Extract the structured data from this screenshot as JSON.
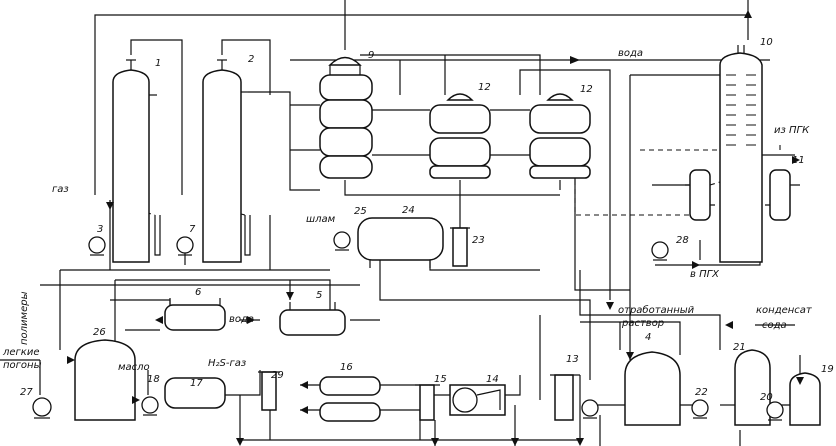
{
  "labels": {
    "water_top": "вода",
    "water_hx": "вода",
    "gas": "газ",
    "sludge": "шлам",
    "from_pgk": "из ПГК",
    "to_pgk": "в ПГХ",
    "polymers": "полимеры",
    "light_distillates_1": "легкие",
    "light_distillates_2": "погоны",
    "oil": "масло",
    "h2s_gas": "H₂S-газ",
    "spent_solution_1": "отработанный",
    "spent_solution_2": "раствор",
    "condensate": "конденсат",
    "soda": "сода"
  },
  "numbers": [
    "1",
    "2",
    "3",
    "4",
    "5",
    "6",
    "7",
    "9",
    "10",
    "11",
    "12",
    "12",
    "13",
    "14",
    "15",
    "16",
    "17",
    "18",
    "19",
    "20",
    "21",
    "22",
    "23",
    "24",
    "25",
    "26",
    "27",
    "28",
    "29"
  ]
}
